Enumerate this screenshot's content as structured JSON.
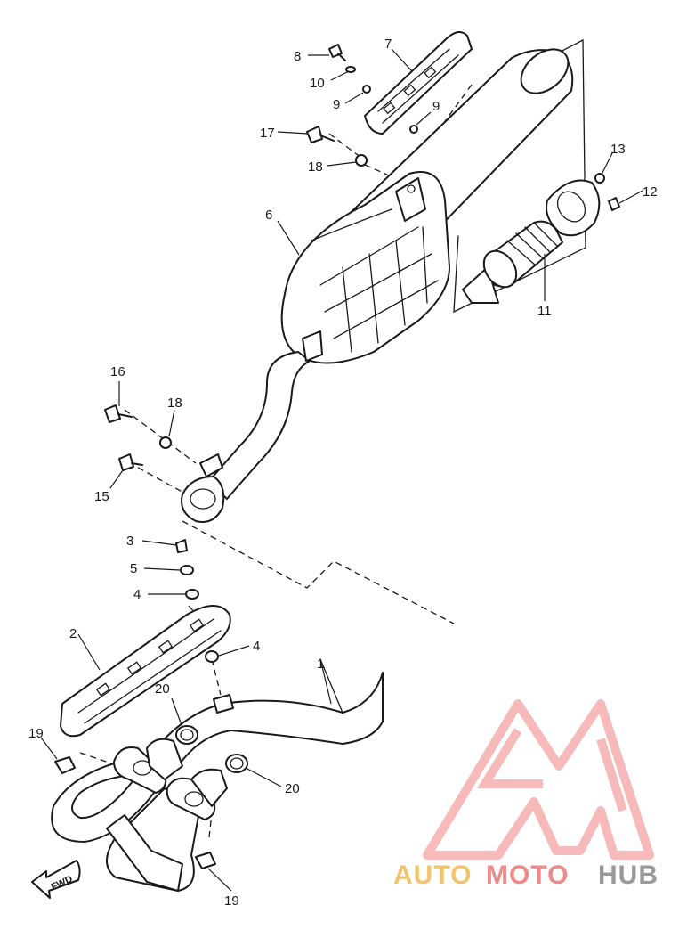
{
  "callouts": {
    "c1": "1",
    "c2": "2",
    "c3": "3",
    "c4a": "4",
    "c4b": "4",
    "c5": "5",
    "c6": "6",
    "c7": "7",
    "c8": "8",
    "c9a": "9",
    "c9b": "9",
    "c10": "10",
    "c11": "11",
    "c12": "12",
    "c13": "13",
    "c15": "15",
    "c16": "16",
    "c17": "17",
    "c18a": "18",
    "c18b": "18",
    "c19a": "19",
    "c19b": "19",
    "c20a": "20",
    "c20b": "20"
  },
  "fwd_label": "FWD",
  "watermark": {
    "auto": "AUTO",
    "moto": "MOTO",
    "hub": "HUB",
    "colors": {
      "auto": "#f2c46b",
      "moto": "#f08a8a",
      "hub": "#9a9a9a",
      "logo": "#f5a3a3"
    }
  },
  "colors": {
    "line": "#1a1a1a",
    "background": "#ffffff"
  }
}
